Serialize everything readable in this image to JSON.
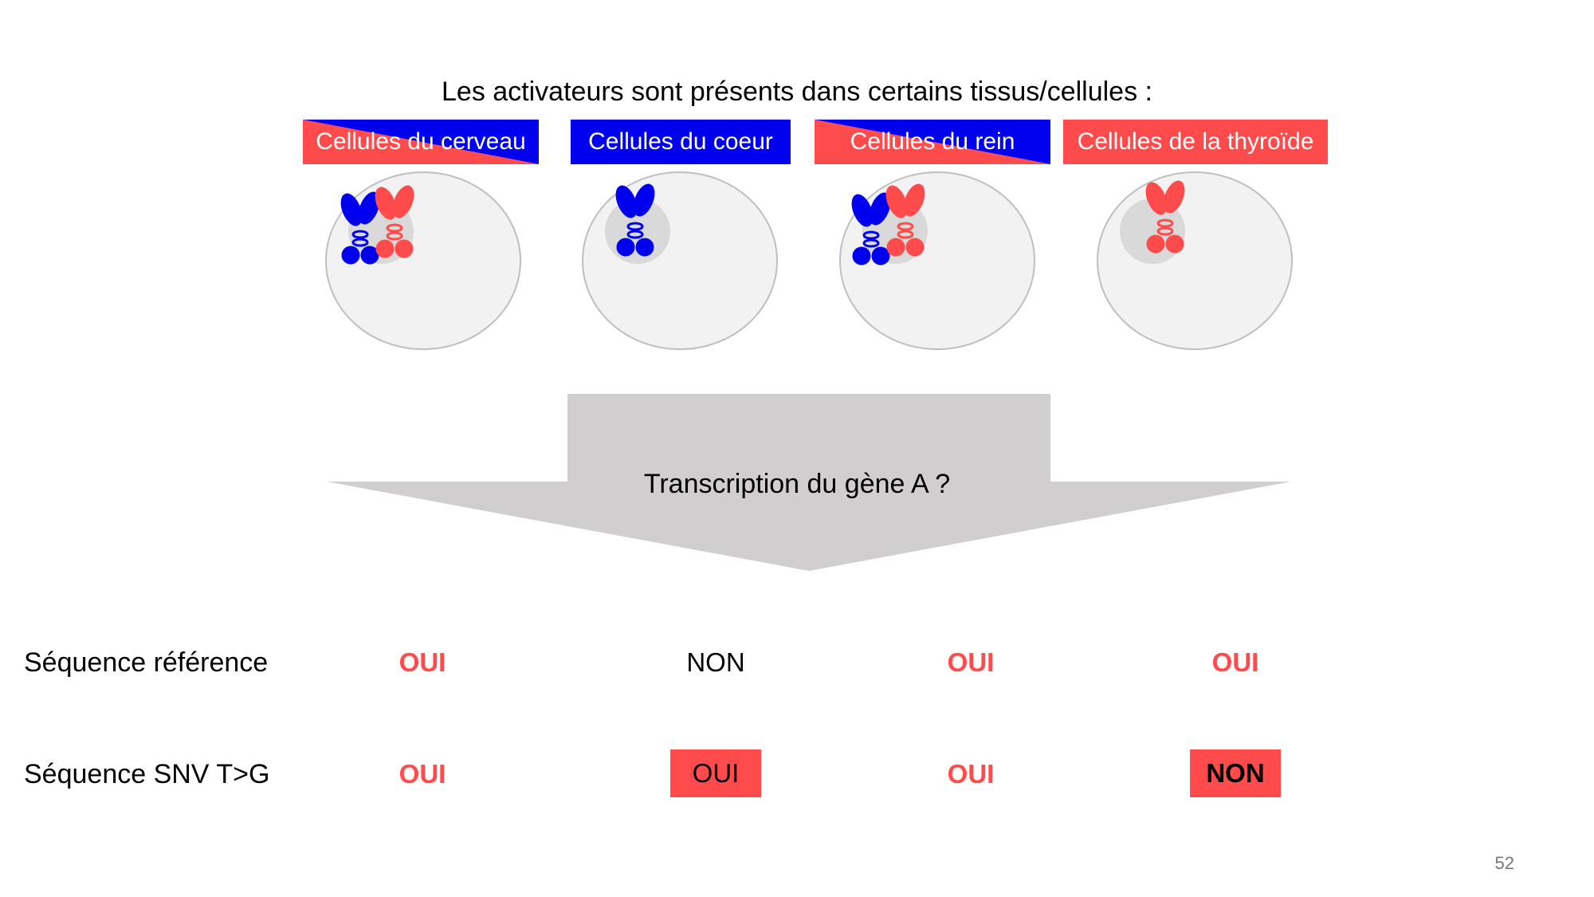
{
  "slide": {
    "title": "Les activateurs sont présents dans certains tissus/cellules :",
    "cells": [
      {
        "label": "Cellules du cerveau",
        "activators": [
          "blue",
          "red"
        ]
      },
      {
        "label": "Cellules du coeur",
        "activators": [
          "blue"
        ]
      },
      {
        "label": "Cellules du rein",
        "activators": [
          "blue",
          "red"
        ]
      },
      {
        "label": "Cellules de la thyroïde",
        "activators": [
          "red"
        ]
      }
    ],
    "arrow_text": "Transcription du gène A ?",
    "rows": [
      {
        "label": "Séquence référence",
        "answers": [
          "OUI",
          "NON",
          "OUI",
          "OUI"
        ]
      },
      {
        "label": "Séquence SNV T>G",
        "answers": [
          "OUI",
          "OUI",
          "OUI",
          "NON"
        ]
      }
    ],
    "page_number": "52"
  },
  "colors": {
    "blue_activator": "#0000ee",
    "red_activator": "#ff4b4b",
    "cell_fill": "#f2f2f2",
    "cell_stroke": "#bfbfbf",
    "nucleus_fill": "#d9d9d9",
    "arrow_fill": "#d0cece"
  }
}
